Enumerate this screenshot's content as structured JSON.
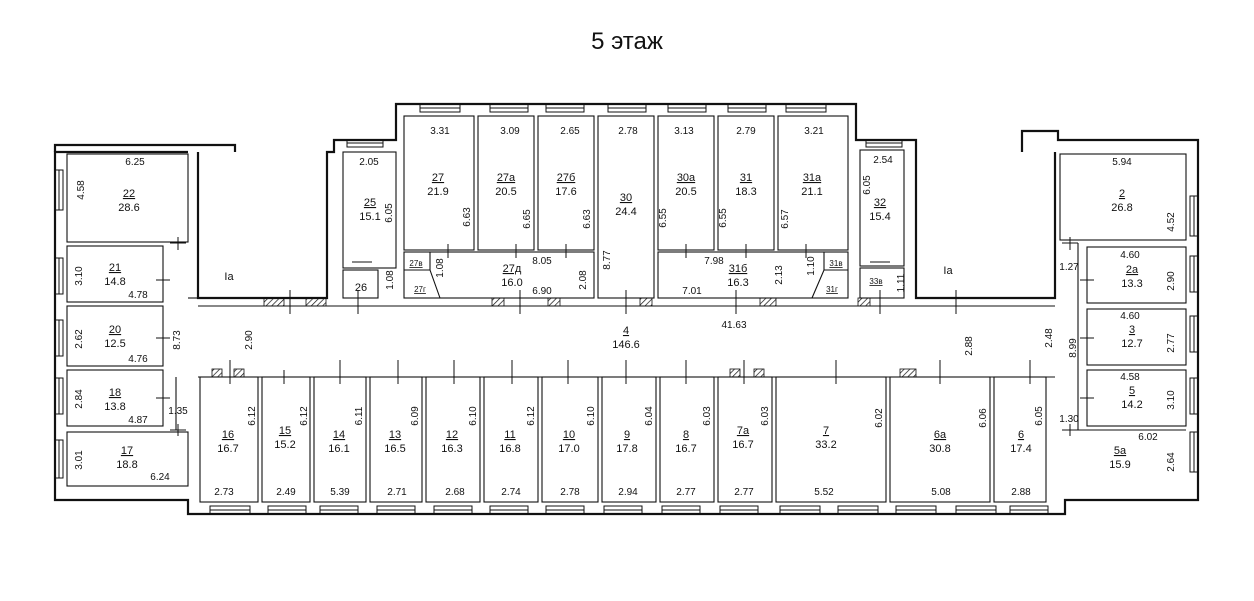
{
  "title": "5 этаж",
  "corridor_labels": {
    "left": "Iа",
    "right": "Iа"
  },
  "rooms": [
    {
      "id": "r22",
      "label": "22",
      "area": "28.6"
    },
    {
      "id": "r21",
      "label": "21",
      "area": "14.8"
    },
    {
      "id": "r20",
      "label": "20",
      "area": "12.5"
    },
    {
      "id": "r18",
      "label": "18",
      "area": "13.8"
    },
    {
      "id": "r17",
      "label": "17",
      "area": "18.8"
    },
    {
      "id": "r25",
      "label": "25",
      "area": "15.1"
    },
    {
      "id": "r26",
      "label": "26",
      "area": ""
    },
    {
      "id": "r27",
      "label": "27",
      "area": "21.9"
    },
    {
      "id": "r27a",
      "label": "27а",
      "area": "20.5"
    },
    {
      "id": "r27b",
      "label": "27б",
      "area": "17.6"
    },
    {
      "id": "r27d",
      "label": "27д",
      "area": "16.0"
    },
    {
      "id": "r27v",
      "label": "27в",
      "area": ""
    },
    {
      "id": "r27g",
      "label": "27г",
      "area": ""
    },
    {
      "id": "r30",
      "label": "30",
      "area": "24.4"
    },
    {
      "id": "r30a",
      "label": "30а",
      "area": "20.5"
    },
    {
      "id": "r31",
      "label": "31",
      "area": "18.3"
    },
    {
      "id": "r31a",
      "label": "31а",
      "area": "21.1"
    },
    {
      "id": "r31b",
      "label": "31б",
      "area": "16.3"
    },
    {
      "id": "r31v",
      "label": "31в",
      "area": ""
    },
    {
      "id": "r31g",
      "label": "31г",
      "area": ""
    },
    {
      "id": "r32",
      "label": "32",
      "area": "15.4"
    },
    {
      "id": "r33v",
      "label": "33в",
      "area": ""
    },
    {
      "id": "r2",
      "label": "2",
      "area": "26.8"
    },
    {
      "id": "r2a",
      "label": "2а",
      "area": "13.3"
    },
    {
      "id": "r3",
      "label": "3",
      "area": "12.7"
    },
    {
      "id": "r5",
      "label": "5",
      "area": "14.2"
    },
    {
      "id": "r5a",
      "label": "5а",
      "area": "15.9"
    },
    {
      "id": "r4",
      "label": "4",
      "area": "146.6"
    },
    {
      "id": "r16",
      "label": "16",
      "area": "16.7"
    },
    {
      "id": "r15",
      "label": "15",
      "area": "15.2"
    },
    {
      "id": "r14",
      "label": "14",
      "area": "16.1"
    },
    {
      "id": "r13",
      "label": "13",
      "area": "16.5"
    },
    {
      "id": "r12",
      "label": "12",
      "area": "16.3"
    },
    {
      "id": "r11",
      "label": "11",
      "area": "16.8"
    },
    {
      "id": "r10",
      "label": "10",
      "area": "17.0"
    },
    {
      "id": "r9",
      "label": "9",
      "area": "17.8"
    },
    {
      "id": "r8",
      "label": "8",
      "area": "16.7"
    },
    {
      "id": "r7a",
      "label": "7а",
      "area": "16.7"
    },
    {
      "id": "r7",
      "label": "7",
      "area": "33.2"
    },
    {
      "id": "r6a",
      "label": "6а",
      "area": "30.8"
    },
    {
      "id": "r6",
      "label": "6",
      "area": "17.4"
    }
  ],
  "dimensions": [
    "6.25",
    "4.58",
    "3.10",
    "4.78",
    "2.62",
    "4.76",
    "2.84",
    "4.87",
    "1.35",
    "3.01",
    "6.24",
    "8.73",
    "2.90",
    "2.05",
    "6.05",
    "1.08",
    "3.31",
    "6.63",
    "3.09",
    "6.65",
    "2.65",
    "6.63",
    "1.08",
    "8.05",
    "2.08",
    "6.90",
    "2.78",
    "8.77",
    "3.13",
    "6.55",
    "2.79",
    "6.55",
    "3.21",
    "6.57",
    "7.98",
    "2.13",
    "1.10",
    "7.01",
    "2.54",
    "6.05",
    "1.11",
    "5.94",
    "4.52",
    "4.60",
    "1.27",
    "2.90",
    "4.60",
    "2.77",
    "8.99",
    "4.58",
    "3.10",
    "1.30",
    "6.02",
    "2.64",
    "41.63",
    "2.88",
    "2.48",
    "6.12",
    "2.73",
    "6.12",
    "2.49",
    "6.11",
    "5.39",
    "6.09",
    "2.71",
    "6.10",
    "2.68",
    "6.12",
    "2.74",
    "6.10",
    "2.78",
    "6.04",
    "2.94",
    "6.03",
    "2.77",
    "6.03",
    "2.77",
    "6.02",
    "5.52",
    "6.06",
    "5.08",
    "6.05",
    "2.88"
  ]
}
